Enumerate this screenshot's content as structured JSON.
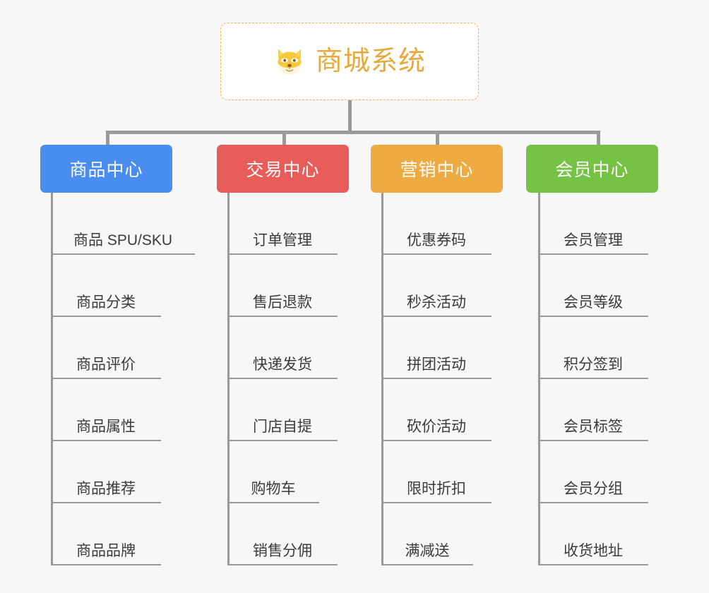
{
  "page": {
    "background_color": "#f7f7f7",
    "connector_color": "#9a9a9a"
  },
  "root": {
    "title": "商城系统",
    "icon": "shiba-dog-face-icon",
    "text_color": "#e8a93c",
    "border_color": "#eab553",
    "background_color": "#ffffff"
  },
  "columns": [
    {
      "id": "product-center",
      "title": "商品中心",
      "color": "#4a8df0",
      "items": [
        "商品 SPU/SKU",
        "商品分类",
        "商品评价",
        "商品属性",
        "商品推荐",
        "商品品牌"
      ]
    },
    {
      "id": "trade-center",
      "title": "交易中心",
      "color": "#e85c5a",
      "items": [
        "订单管理",
        "售后退款",
        "快递发货",
        "门店自提",
        "购物车",
        "销售分佣"
      ]
    },
    {
      "id": "marketing-center",
      "title": "营销中心",
      "color": "#eeab41",
      "items": [
        "优惠券码",
        "秒杀活动",
        "拼团活动",
        "砍价活动",
        "限时折扣",
        "满减送"
      ]
    },
    {
      "id": "member-center",
      "title": "会员中心",
      "color": "#76c244",
      "items": [
        "会员管理",
        "会员等级",
        "积分签到",
        "会员标签",
        "会员分组",
        "收货地址"
      ]
    }
  ]
}
